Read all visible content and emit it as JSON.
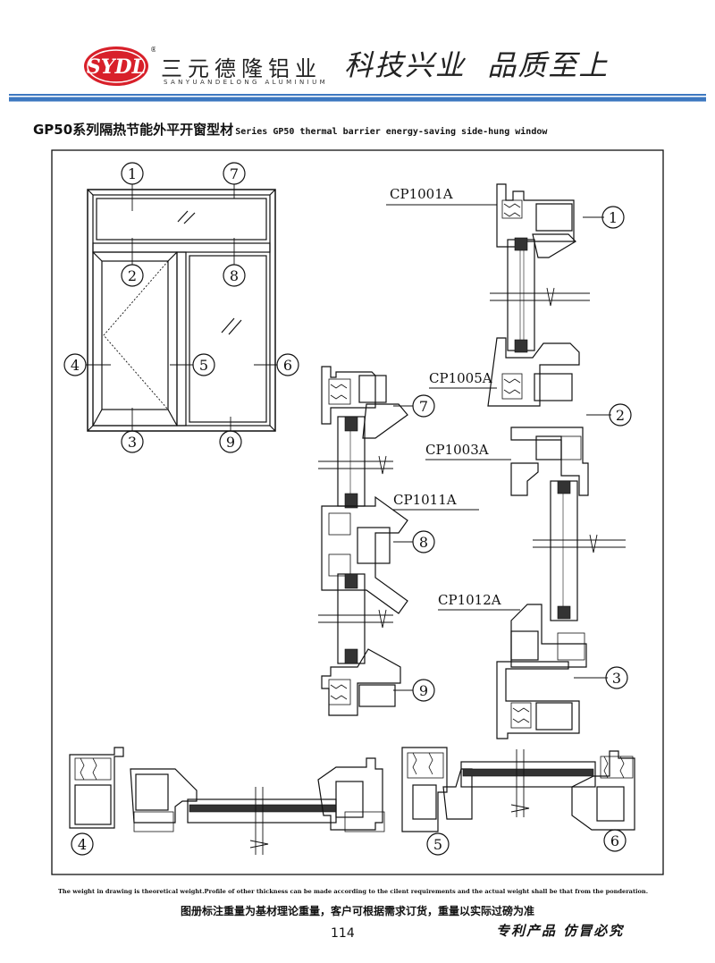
{
  "header": {
    "logo_mark": "SYDL",
    "company_name": "三元德隆铝业",
    "company_name_en": "SANYUANDELONG ALUMINIUM",
    "slogan": "科技兴业  品质至上"
  },
  "title": {
    "cn": "GP50系列隔热节能外平开窗型材",
    "en": "Series GP50 thermal barrier energy-saving side-hung window"
  },
  "profiles": {
    "cp1001a": "CP1001A",
    "cp1005a": "CP1005A",
    "cp1003a": "CP1003A",
    "cp1011a": "CP1011A",
    "cp1012a": "CP1012A"
  },
  "markers": [
    "1",
    "2",
    "3",
    "4",
    "5",
    "6",
    "7",
    "8",
    "9"
  ],
  "footer": {
    "note_en": "The weight in drawing is theoretical weight.Profile of other thickness can be made according to the cilent requirements and the actual weight shall be that from the ponderation.",
    "note_cn": "图册标注重量为基材理论重量，客户可根据需求订货，重量以实际过磅为准",
    "page_number": "114",
    "patent": "专利产品 仿冒必究"
  },
  "colors": {
    "logo_red": "#d8202a",
    "rule_blue": "#3d78c0",
    "line": "#111111"
  }
}
